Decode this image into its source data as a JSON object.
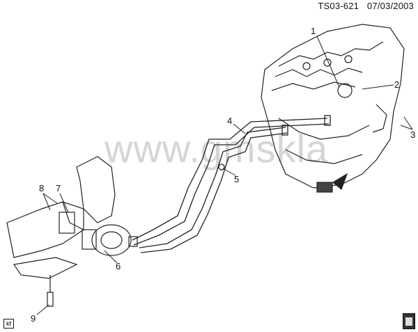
{
  "header": {
    "code": "TS03-621",
    "date": "07/03/2003"
  },
  "watermark": "www.gmskla",
  "callouts": [
    "1",
    "2",
    "3",
    "4",
    "5",
    "6",
    "7",
    "8",
    "9"
  ],
  "footer": {
    "badge": "kf",
    "icon": "service-manual-book-icon"
  }
}
